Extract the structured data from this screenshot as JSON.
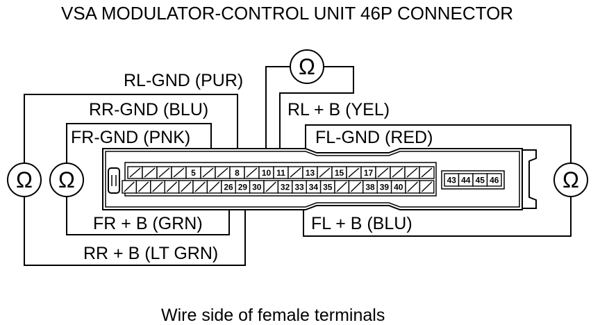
{
  "title": "VSA MODULATOR-CONTROL UNIT 46P CONNECTOR",
  "caption": "Wire side of female terminals",
  "ohm_symbol": "Ω",
  "labels": {
    "rl_gnd": "RL-GND (PUR)",
    "rr_gnd": "RR-GND (BLU)",
    "fr_gnd": "FR-GND (PNK)",
    "rl_b": "RL  + B (YEL)",
    "fl_gnd": "FL-GND (RED)",
    "fr_b": "FR  + B (GRN)",
    "rr_b": "RR  + B (LT GRN)",
    "fl_b": "FL  + B (BLU)"
  },
  "pins": {
    "top": [
      "",
      "",
      "",
      "",
      "5",
      "",
      "",
      "8",
      "",
      "10",
      "11",
      "",
      "13",
      "",
      "15",
      "",
      "17",
      "",
      "",
      "",
      ""
    ],
    "bottom": [
      "",
      "",
      "",
      "",
      "",
      "",
      "",
      "26",
      "29",
      "30",
      "",
      "32",
      "33",
      "34",
      "35",
      "",
      "",
      "38",
      "39",
      "40",
      "",
      ""
    ],
    "side": [
      "43",
      "44",
      "45",
      "46"
    ]
  }
}
